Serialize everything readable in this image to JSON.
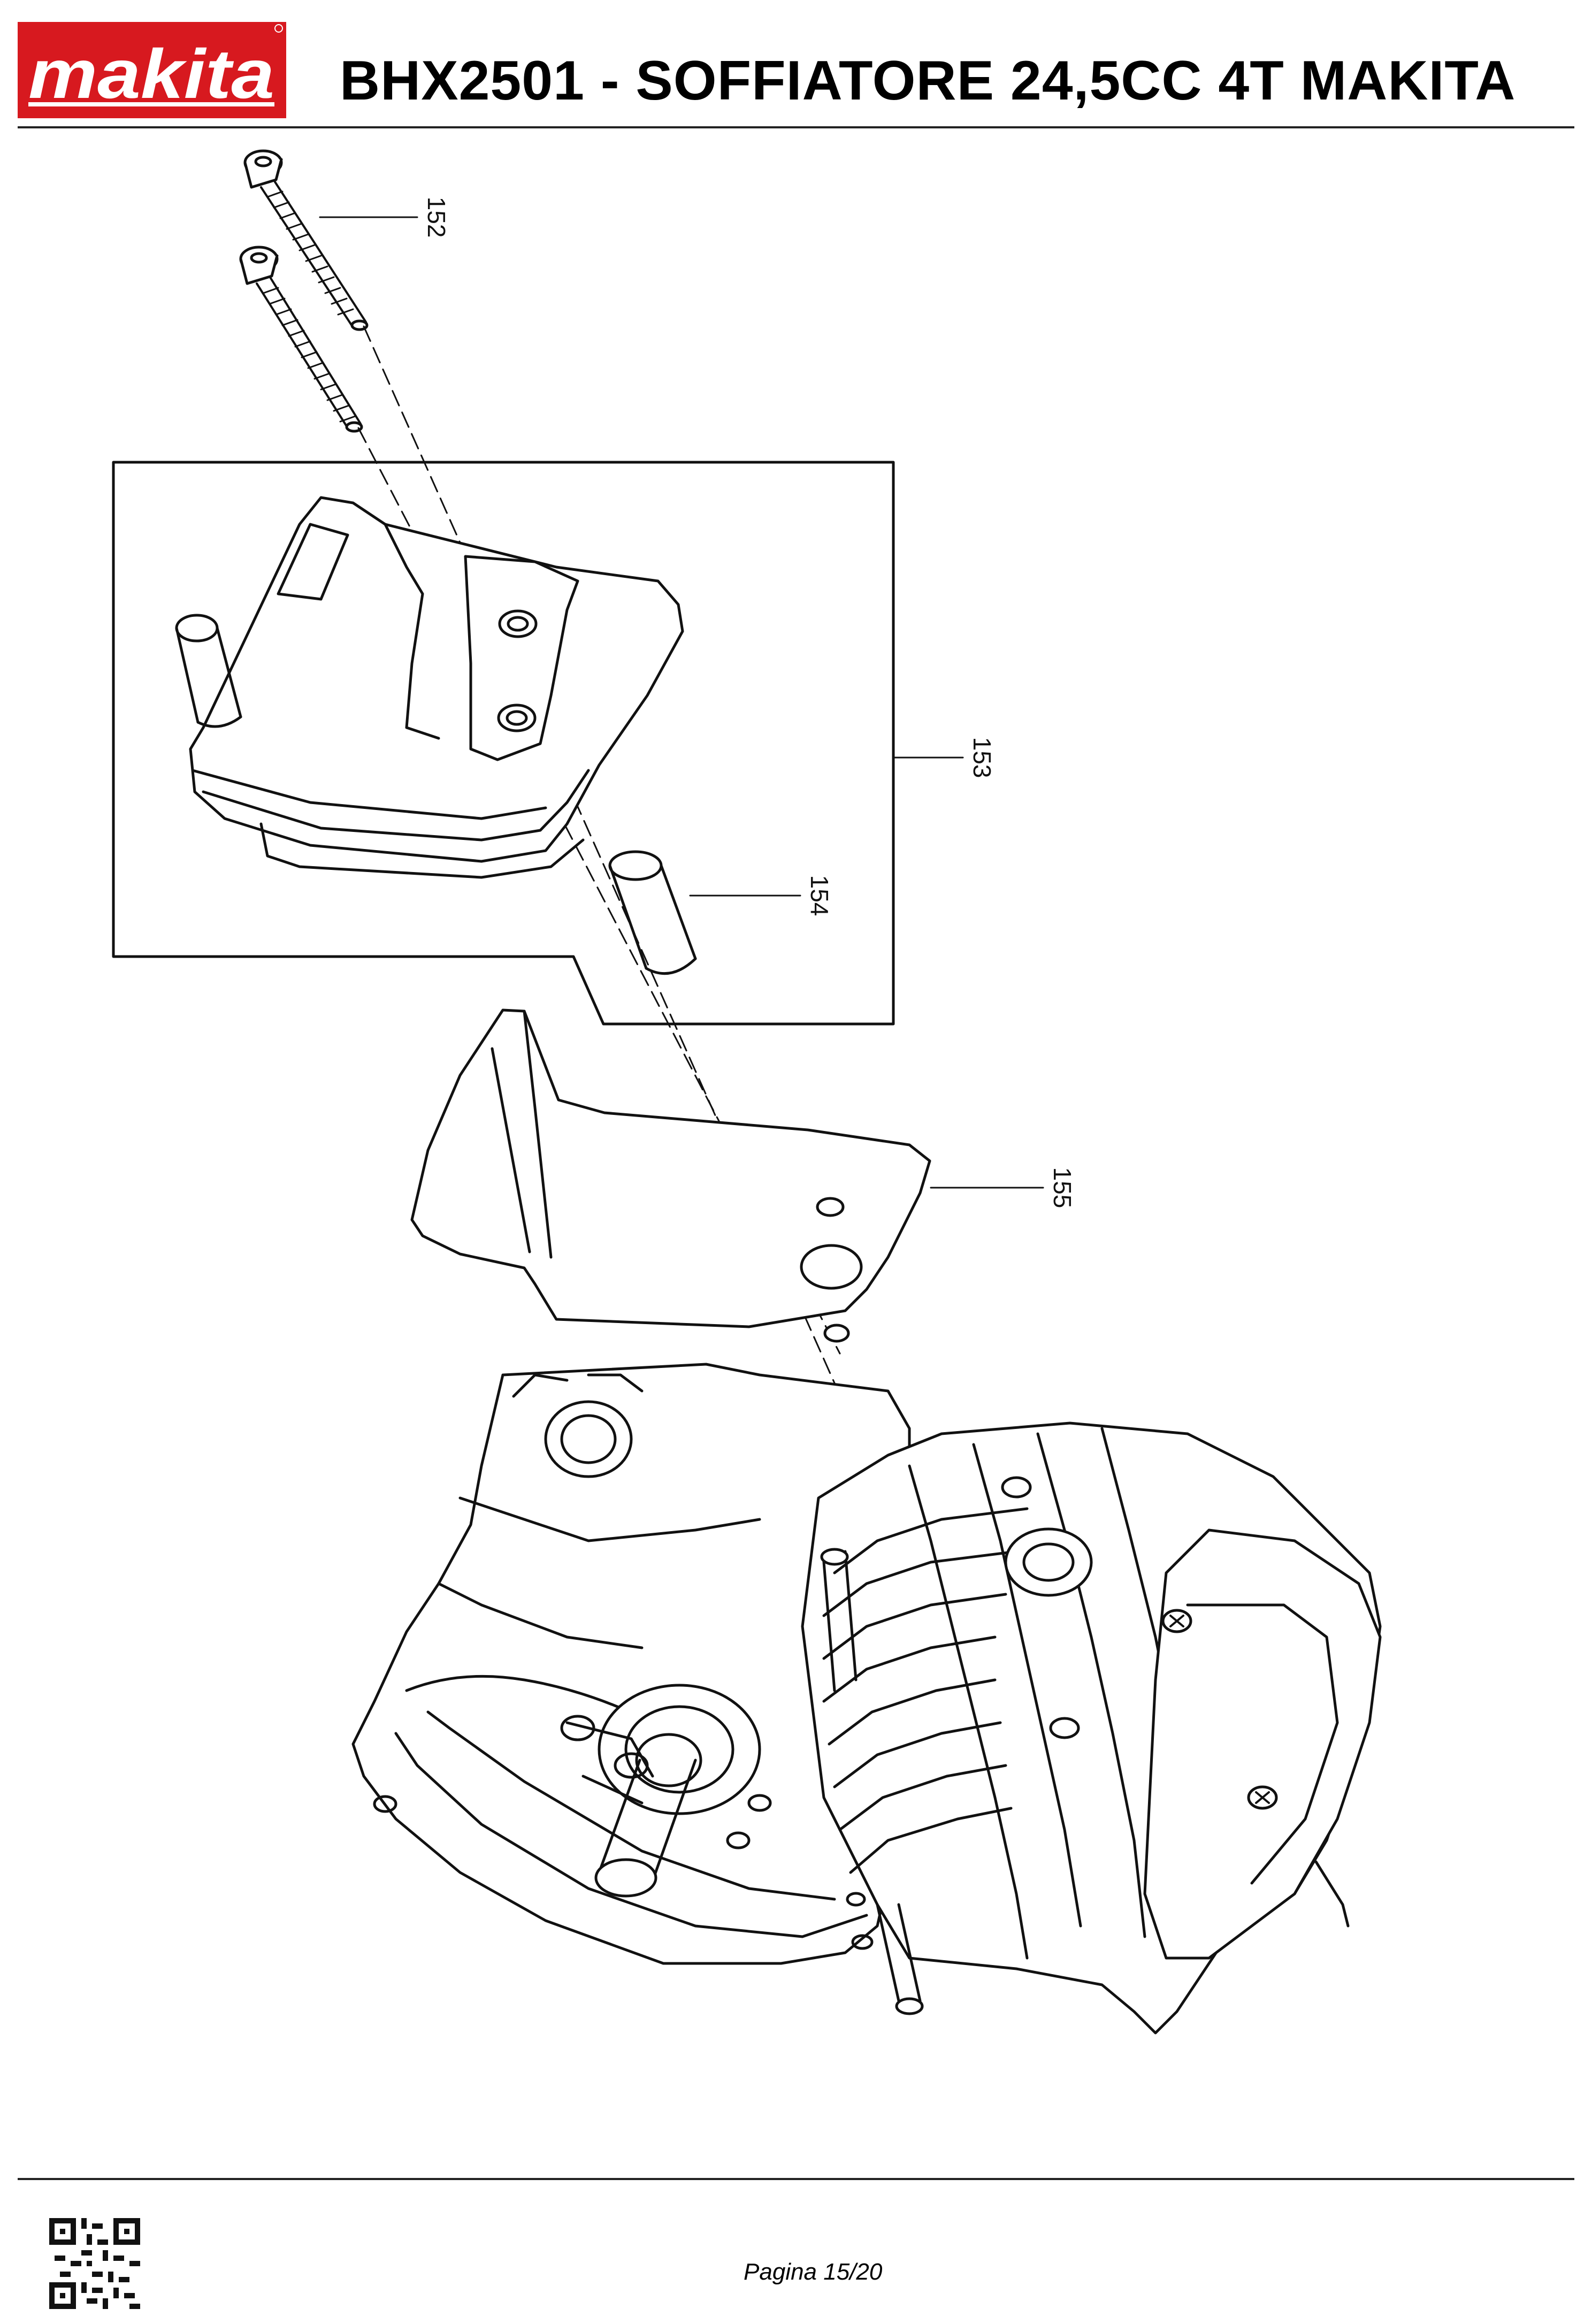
{
  "header": {
    "brand": "makita",
    "brand_color": "#d7191f",
    "title": "BHX2501 - SOFFIATORE  24,5CC 4T MAKITA"
  },
  "parts": [
    {
      "id": "152",
      "label": "152"
    },
    {
      "id": "153",
      "label": "153"
    },
    {
      "id": "154",
      "label": "154"
    },
    {
      "id": "155",
      "label": "155"
    }
  ],
  "footer": {
    "page": "Pagina 15/20",
    "qr_icon": "qr-code-icon"
  }
}
